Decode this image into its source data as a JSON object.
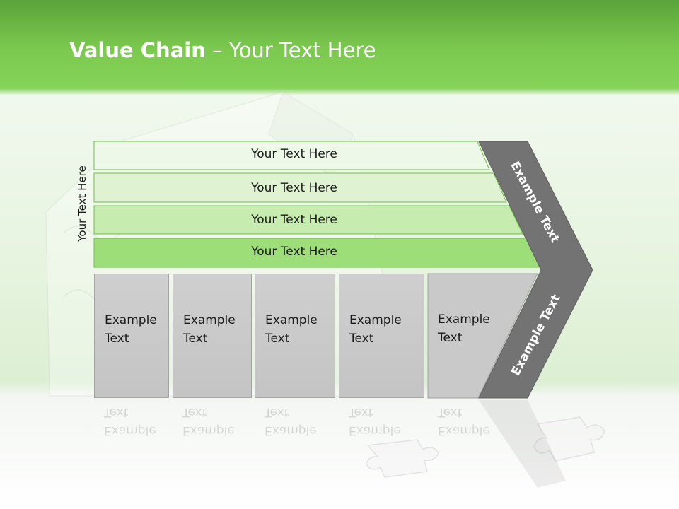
{
  "title": {
    "bold": "Value Chain",
    "rest": " – Your Text Here"
  },
  "side_label": "Your Text Here",
  "bands": [
    {
      "label": "Your Text Here",
      "fill": "#eef8e8"
    },
    {
      "label": "Your Text Here",
      "fill": "#dff3d3"
    },
    {
      "label": "Your Text Here",
      "fill": "#c6ecb0"
    },
    {
      "label": "Your Text Here",
      "fill": "#9ede78"
    }
  ],
  "activities": [
    {
      "label": "Example\nText"
    },
    {
      "label": "Example\nText"
    },
    {
      "label": "Example\nText"
    },
    {
      "label": "Example\nText"
    },
    {
      "label": "Example\nText"
    }
  ],
  "arrow": {
    "upper_label": "Example Text",
    "lower_label": "Example Text",
    "color": "#737373"
  },
  "colors": {
    "header_green": "#7cc94f",
    "band_border": "#6fbe48",
    "box_gray": "#c8c8c8"
  }
}
